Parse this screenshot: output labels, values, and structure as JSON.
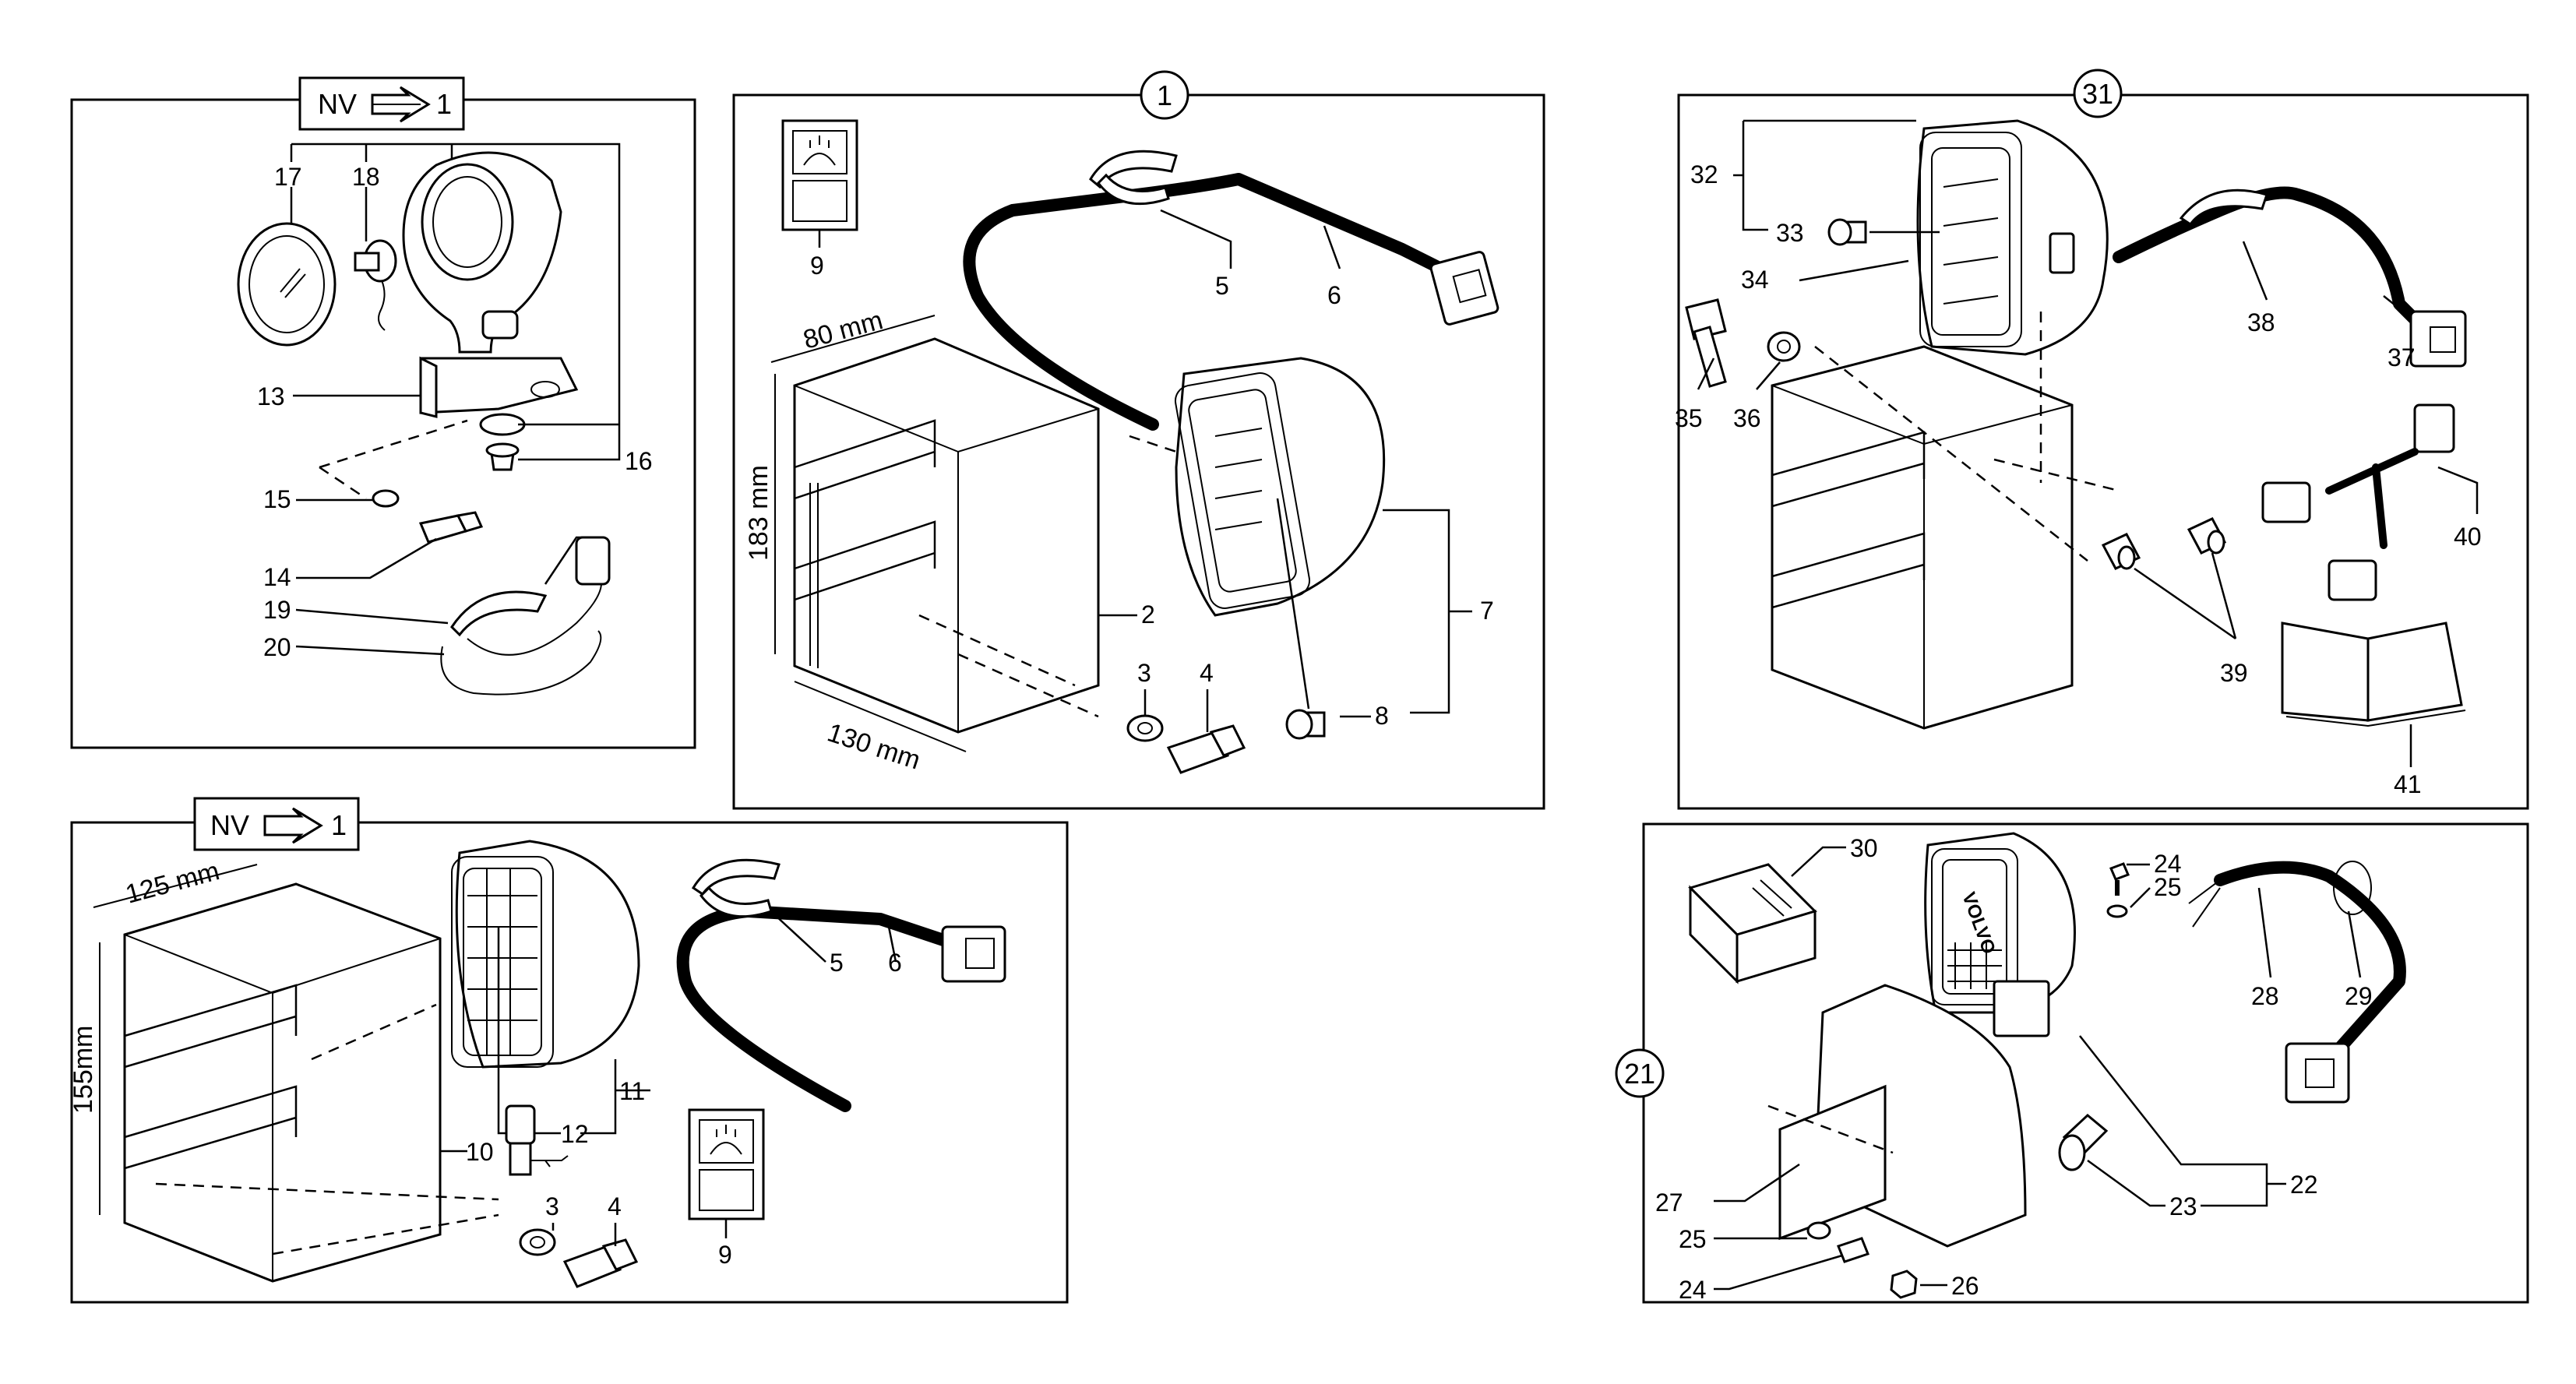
{
  "callouts": {
    "p1": "1",
    "p2": "2",
    "p3a": "3",
    "p3b": "3",
    "p4a": "4",
    "p4b": "4",
    "p5a": "5",
    "p5b": "5",
    "p6a": "6",
    "p6b": "6",
    "p7": "7",
    "p8": "8",
    "p9a": "9",
    "p9b": "9",
    "p10": "10",
    "p11": "11",
    "p12": "12",
    "p13": "13",
    "p14": "14",
    "p15": "15",
    "p16": "16",
    "p17": "17",
    "p18": "18",
    "p19": "19",
    "p20": "20",
    "p21": "21",
    "p22": "22",
    "p23": "23",
    "p24a": "24",
    "p24b": "24",
    "p25a": "25",
    "p25b": "25",
    "p26": "26",
    "p27": "27",
    "p28": "28",
    "p29": "29",
    "p30": "30",
    "p31": "31",
    "p32": "32",
    "p33": "33",
    "p34": "34",
    "p35": "35",
    "p36": "36",
    "p37": "37",
    "p38": "38",
    "p39": "39",
    "p40": "40",
    "p41": "41"
  },
  "dimensions": {
    "d80": "80 mm",
    "d183": "183 mm",
    "d130": "130 mm",
    "d125": "125 mm",
    "d155": "155mm"
  },
  "tags": {
    "nv_top_text": "NV",
    "nv_top_num": "1",
    "nv_bottom_text": "NV",
    "nv_bottom_num": "1"
  },
  "badge": {
    "brand": "VOLVO"
  },
  "colors": {
    "line": "#000000",
    "background": "#ffffff"
  }
}
